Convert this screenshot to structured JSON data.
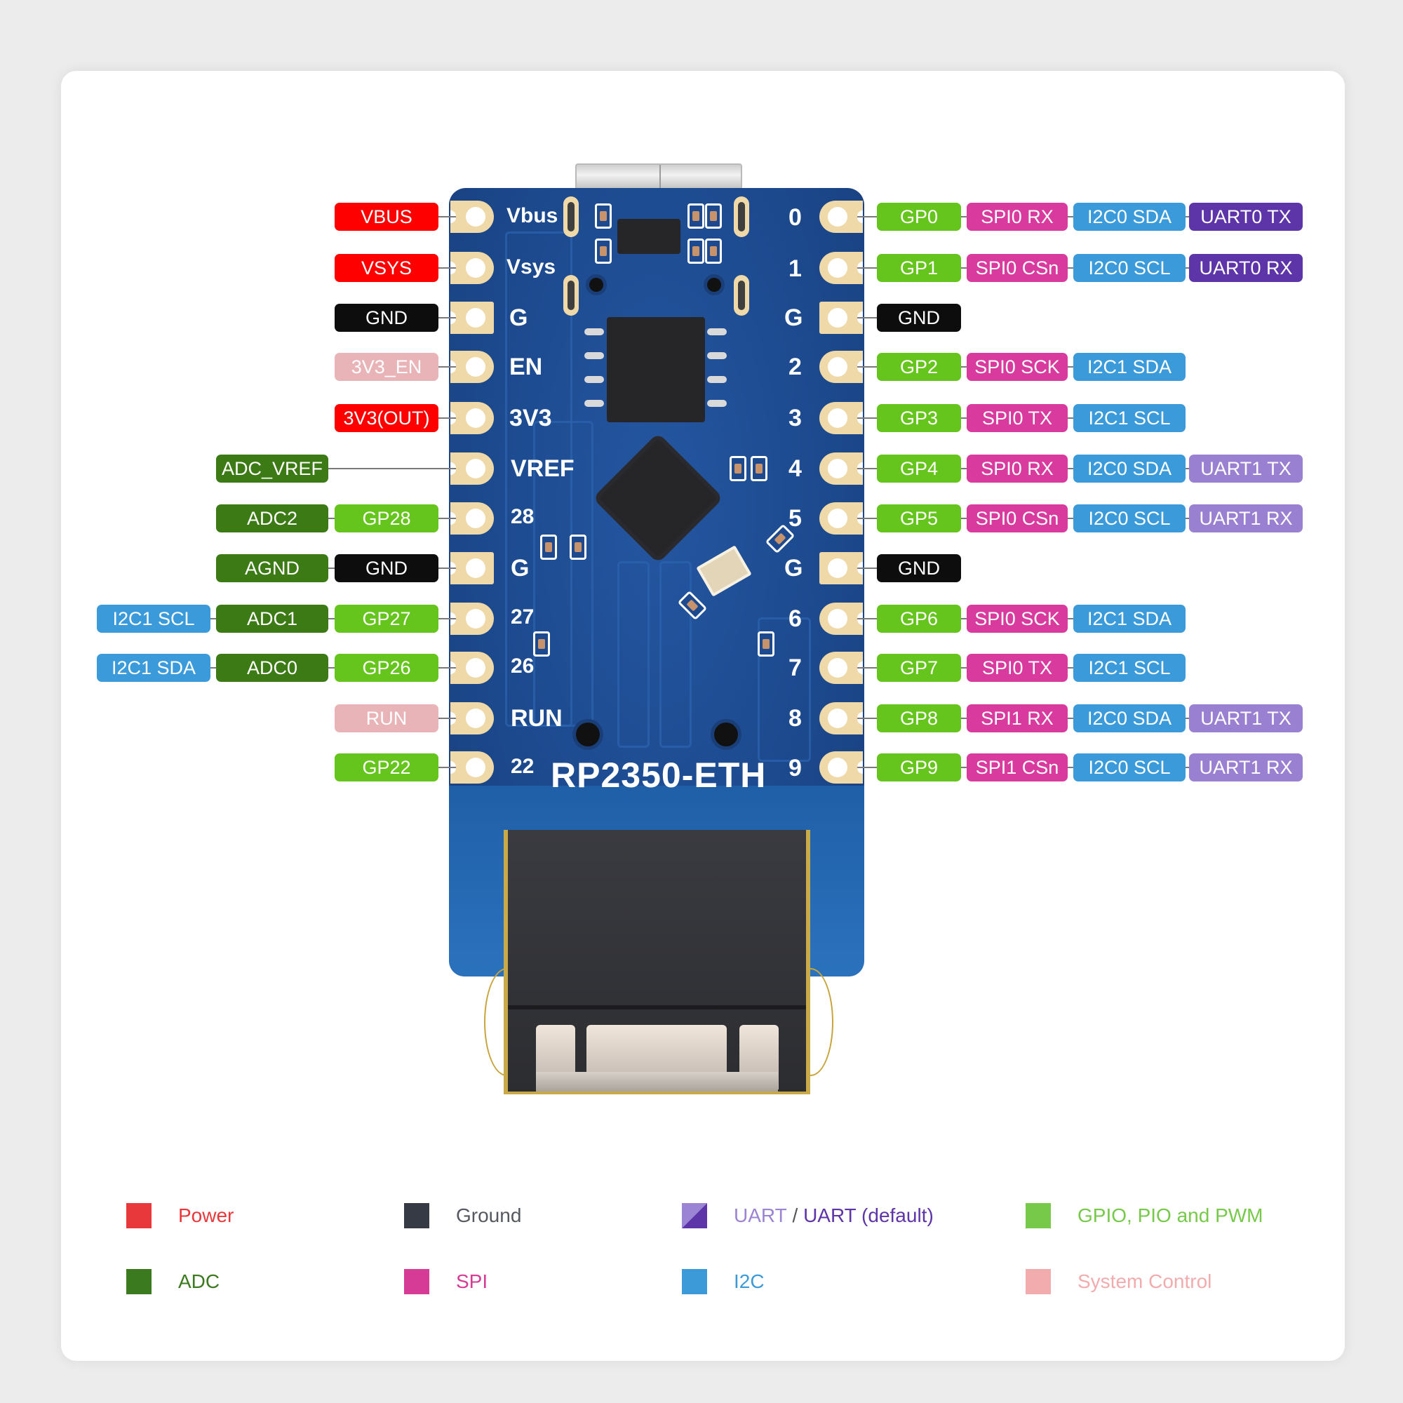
{
  "board": {
    "name": "RP2350-ETH",
    "left_silk": [
      "Vbus",
      "Vsys",
      "G",
      "EN",
      "3V3",
      "VREF",
      "28",
      "G",
      "27",
      "26",
      "RUN",
      "22"
    ],
    "right_silk": [
      "0",
      "1",
      "G",
      "2",
      "3",
      "4",
      "5",
      "G",
      "6",
      "7",
      "8",
      "9"
    ]
  },
  "colors": {
    "power": "#ff0000",
    "ground": "#0d0d0d",
    "system_control": "#e9b4b8",
    "adc": "#3b7a14",
    "gpio": "#66c51c",
    "spi": "#d93a9e",
    "i2c": "#3b9ad9",
    "uart_default": "#5e35a8",
    "uart": "#9a80d0",
    "pcb": "#1d4a8f",
    "pad": "#efd9a8"
  },
  "left_pins": [
    {
      "labels": [
        {
          "text": "VBUS",
          "type": "power"
        }
      ]
    },
    {
      "labels": [
        {
          "text": "VSYS",
          "type": "power"
        }
      ]
    },
    {
      "labels": [
        {
          "text": "GND",
          "type": "ground"
        }
      ]
    },
    {
      "labels": [
        {
          "text": "3V3_EN",
          "type": "system_control"
        }
      ]
    },
    {
      "labels": [
        {
          "text": "3V3(OUT)",
          "type": "power"
        }
      ]
    },
    {
      "labels": [
        {
          "text": "ADC_VREF",
          "type": "adc"
        }
      ]
    },
    {
      "labels": [
        {
          "text": "GP28",
          "type": "gpio"
        },
        {
          "text": "ADC2",
          "type": "adc"
        }
      ]
    },
    {
      "labels": [
        {
          "text": "GND",
          "type": "ground"
        },
        {
          "text": "AGND",
          "type": "adc"
        }
      ]
    },
    {
      "labels": [
        {
          "text": "GP27",
          "type": "gpio"
        },
        {
          "text": "ADC1",
          "type": "adc"
        },
        {
          "text": "I2C1 SCL",
          "type": "i2c"
        }
      ]
    },
    {
      "labels": [
        {
          "text": "GP26",
          "type": "gpio"
        },
        {
          "text": "ADC0",
          "type": "adc"
        },
        {
          "text": "I2C1 SDA",
          "type": "i2c"
        }
      ]
    },
    {
      "labels": [
        {
          "text": "RUN",
          "type": "system_control"
        }
      ]
    },
    {
      "labels": [
        {
          "text": "GP22",
          "type": "gpio"
        }
      ]
    }
  ],
  "right_pins": [
    {
      "labels": [
        {
          "text": "GP0",
          "type": "gpio"
        },
        {
          "text": "SPI0 RX",
          "type": "spi"
        },
        {
          "text": "I2C0 SDA",
          "type": "i2c"
        },
        {
          "text": "UART0 TX",
          "type": "uart_default"
        }
      ]
    },
    {
      "labels": [
        {
          "text": "GP1",
          "type": "gpio"
        },
        {
          "text": "SPI0 CSn",
          "type": "spi"
        },
        {
          "text": "I2C0 SCL",
          "type": "i2c"
        },
        {
          "text": "UART0 RX",
          "type": "uart_default"
        }
      ]
    },
    {
      "labels": [
        {
          "text": "GND",
          "type": "ground"
        }
      ]
    },
    {
      "labels": [
        {
          "text": "GP2",
          "type": "gpio"
        },
        {
          "text": "SPI0 SCK",
          "type": "spi"
        },
        {
          "text": "I2C1 SDA",
          "type": "i2c"
        }
      ]
    },
    {
      "labels": [
        {
          "text": "GP3",
          "type": "gpio"
        },
        {
          "text": "SPI0 TX",
          "type": "spi"
        },
        {
          "text": "I2C1 SCL",
          "type": "i2c"
        }
      ]
    },
    {
      "labels": [
        {
          "text": "GP4",
          "type": "gpio"
        },
        {
          "text": "SPI0 RX",
          "type": "spi"
        },
        {
          "text": "I2C0 SDA",
          "type": "i2c"
        },
        {
          "text": "UART1 TX",
          "type": "uart"
        }
      ]
    },
    {
      "labels": [
        {
          "text": "GP5",
          "type": "gpio"
        },
        {
          "text": "SPI0 CSn",
          "type": "spi"
        },
        {
          "text": "I2C0 SCL",
          "type": "i2c"
        },
        {
          "text": "UART1 RX",
          "type": "uart"
        }
      ]
    },
    {
      "labels": [
        {
          "text": "GND",
          "type": "ground"
        }
      ]
    },
    {
      "labels": [
        {
          "text": "GP6",
          "type": "gpio"
        },
        {
          "text": "SPI0 SCK",
          "type": "spi"
        },
        {
          "text": "I2C1 SDA",
          "type": "i2c"
        }
      ]
    },
    {
      "labels": [
        {
          "text": "GP7",
          "type": "gpio"
        },
        {
          "text": "SPI0 TX",
          "type": "spi"
        },
        {
          "text": "I2C1 SCL",
          "type": "i2c"
        }
      ]
    },
    {
      "labels": [
        {
          "text": "GP8",
          "type": "gpio"
        },
        {
          "text": "SPI1 RX",
          "type": "spi"
        },
        {
          "text": "I2C0 SDA",
          "type": "i2c"
        },
        {
          "text": "UART1 TX",
          "type": "uart"
        }
      ]
    },
    {
      "labels": [
        {
          "text": "GP9",
          "type": "gpio"
        },
        {
          "text": "SPI1 CSn",
          "type": "spi"
        },
        {
          "text": "I2C0 SCL",
          "type": "i2c"
        },
        {
          "text": "UART1 RX",
          "type": "uart"
        }
      ]
    }
  ],
  "legend": {
    "power": {
      "label": "Power",
      "color": "#e8383b",
      "text_color": "#e8383b"
    },
    "ground": {
      "label": "Ground",
      "color": "#363a44",
      "text_color": "#55585e"
    },
    "uart": {
      "label_a": "UART",
      "separator": " / ",
      "label_b": "UART (default)",
      "color_a": "#9b84d4",
      "color_b": "#5e35a8"
    },
    "gpio": {
      "label": "GPIO, PIO and PWM",
      "color": "#77c94a",
      "text_color": "#77c94a"
    },
    "adc": {
      "label": "ADC",
      "color": "#3b7a1e",
      "text_color": "#3b7a1e"
    },
    "spi": {
      "label": "SPI",
      "color": "#d63c95",
      "text_color": "#d63c95"
    },
    "i2c": {
      "label": "I2C",
      "color": "#3d9ad8",
      "text_color": "#3d9ad8"
    },
    "system_control": {
      "label": "System Control",
      "color": "#f2acae",
      "text_color": "#f2acae"
    }
  }
}
